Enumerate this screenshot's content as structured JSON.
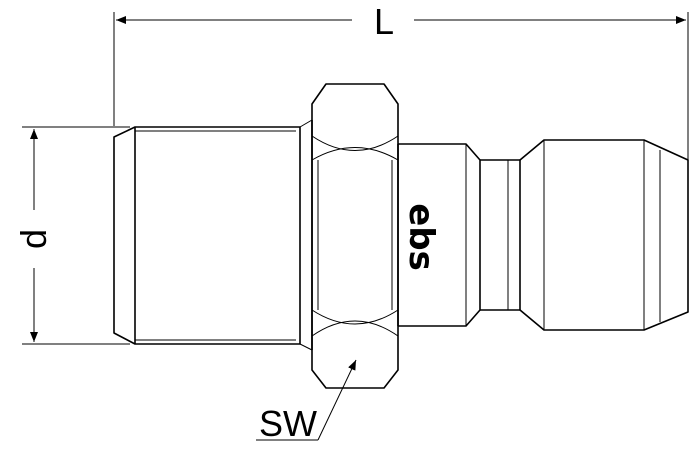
{
  "labels": {
    "length": "L",
    "diameter": "d",
    "wrench_size": "SW"
  },
  "logo": {
    "text": "ebs"
  }
}
